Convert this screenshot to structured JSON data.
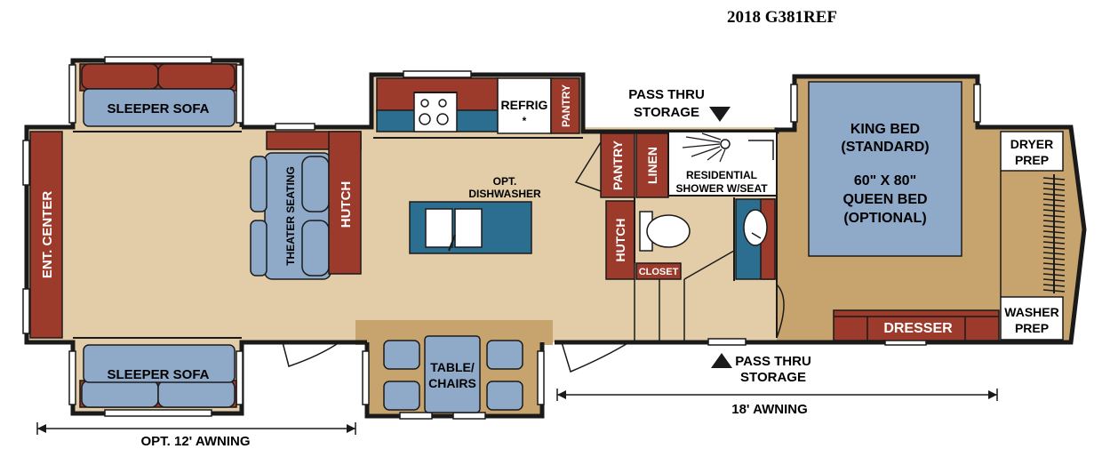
{
  "title": "2018 G381REF",
  "colors": {
    "floor": "#e2cda8",
    "bedroom_floor": "#c7a46e",
    "wall": "#1a1a1a",
    "cabinet": "#9c3a2b",
    "furniture": "#8fa9c8",
    "teal": "#2b6e90",
    "white": "#ffffff"
  },
  "labels": {
    "sleeper_sofa_top": "SLEEPER SOFA",
    "sleeper_sofa_bottom": "SLEEPER SOFA",
    "ent_center": "ENT. CENTER",
    "theater_seating": "THEATER SEATING",
    "hutch_living": "HUTCH",
    "refrig": "REFRIG",
    "refrig_note": "*",
    "pantry_kitchen": "PANTRY",
    "dishwasher_line1": "OPT.",
    "dishwasher_line2": "DISHWASHER",
    "pass_thru_top_line1": "PASS THRU",
    "pass_thru_top_line2": "STORAGE",
    "pantry_hall": "PANTRY",
    "linen": "LINEN",
    "hutch_hall": "HUTCH",
    "closet": "CLOSET",
    "shower_line1": "RESIDENTIAL",
    "shower_line2": "SHOWER W/SEAT",
    "bed_line1": "KING BED",
    "bed_line2": "(STANDARD)",
    "bed_line3": "60\" X 80\"",
    "bed_line4": "QUEEN BED",
    "bed_line5": "(OPTIONAL)",
    "dryer_line1": "DRYER",
    "dryer_line2": "PREP",
    "washer_line1": "WASHER",
    "washer_line2": "PREP",
    "dresser": "DRESSER",
    "table_line1": "TABLE/",
    "table_line2": "CHAIRS",
    "pass_thru_bottom_line1": "PASS THRU",
    "pass_thru_bottom_line2": "STORAGE",
    "awning_left": "OPT. 12' AWNING",
    "awning_right": "18' AWNING"
  }
}
